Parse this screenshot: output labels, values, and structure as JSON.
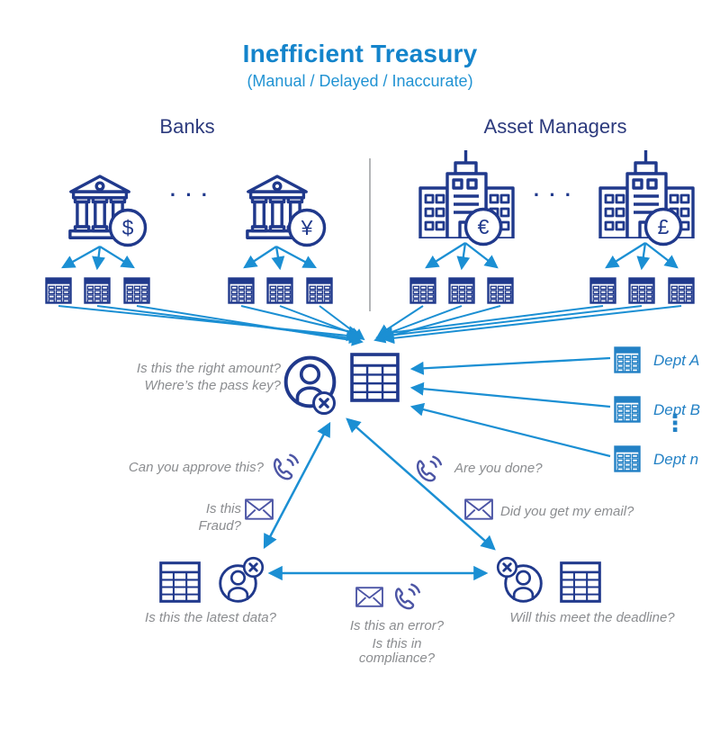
{
  "title": {
    "text": "Inefficient Treasury",
    "subtitle": "(Manual / Delayed / Inaccurate)"
  },
  "sections": {
    "banks": "Banks",
    "asset_managers": "Asset Managers"
  },
  "ellipsis": {
    "horizontal": "· · ·",
    "vertical": "⋮"
  },
  "currencies": {
    "bank1": "$",
    "bank2": "¥",
    "am1": "€",
    "am2": "£"
  },
  "depts": [
    {
      "label": "Dept A"
    },
    {
      "label": "Dept B"
    },
    {
      "label": "Dept n"
    }
  ],
  "questions": {
    "amount": "Is this the right amount?",
    "passkey": "Where’s the pass key?",
    "approve": "Can you approve this?",
    "fraud1": "Is this",
    "fraud2": "Fraud?",
    "done": "Are you done?",
    "email": "Did you get my email?",
    "latest": "Is this the latest data?",
    "deadline": "Will this meet the deadline?",
    "error": "Is this an error?",
    "compliance1": "Is this in",
    "compliance2": "compliance?"
  },
  "icons": {
    "bank": "bank-building-icon",
    "office": "office-building-icon",
    "spreadsheet": "spreadsheet-icon",
    "person_error": "person-with-error-badge-icon",
    "phone": "phone-call-icon",
    "email": "envelope-icon",
    "coin": "currency-coin-icon"
  },
  "colors": {
    "navy": "#20398c",
    "heading": "#2c3a7d",
    "title-blue": "#1484cb",
    "subtitle-blue": "#2193d3",
    "arrow": "#1b8fd3",
    "dept": "#2381c5",
    "gray": "#8b8d90",
    "comm": "#4c55a5",
    "divider": "#b4b6b8"
  }
}
